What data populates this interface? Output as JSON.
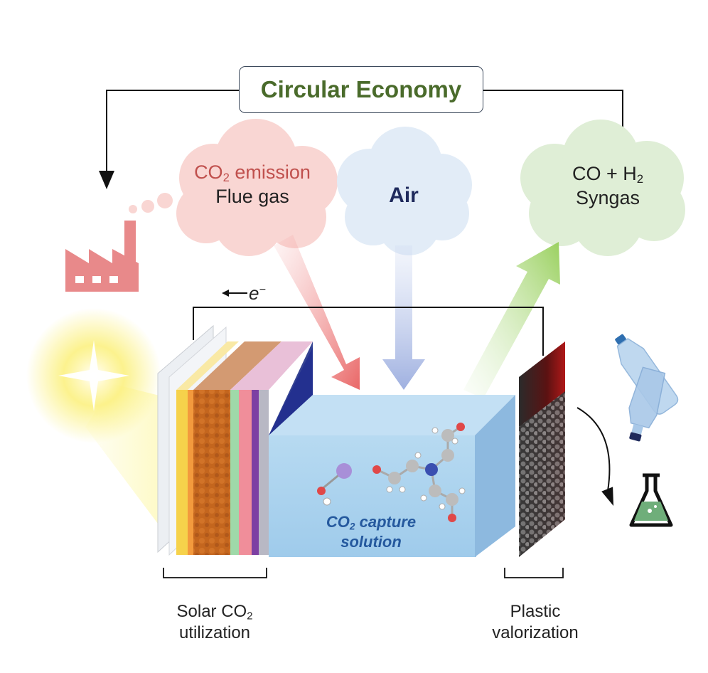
{
  "title": "Circular Economy",
  "emission_cloud": {
    "line1_prefix": "CO",
    "line1_sub": "2",
    "line1_suffix": " emission",
    "line2": "Flue gas"
  },
  "air_cloud": {
    "label": "Air"
  },
  "syngas_cloud": {
    "line1_prefix": "CO + H",
    "line1_sub": "2",
    "line2": "Syngas"
  },
  "electron": {
    "arrow": "←",
    "symbol": "e",
    "sup": "−"
  },
  "capture": {
    "line1_prefix": "CO",
    "line1_sub": "2",
    "line1_suffix": " capture",
    "line2": "solution"
  },
  "bottom_left": {
    "line1_prefix": "Solar CO",
    "line1_sub": "2",
    "line2": "utilization"
  },
  "bottom_right": {
    "line1": "Plastic",
    "line2": "valorization"
  },
  "colors": {
    "title_green": "#4a6b2b",
    "emission_red": "#c0504d",
    "factory_pink": "#e8898a",
    "air_navy": "#1f2a5c",
    "capture_blue": "#25599e",
    "solution_blue": "#a9d0ec",
    "syngas_green": "#dbecd0"
  },
  "icons": [
    "factory-icon",
    "sun-icon",
    "plastic-bottles-icon",
    "flask-icon",
    "molecule-icon"
  ]
}
